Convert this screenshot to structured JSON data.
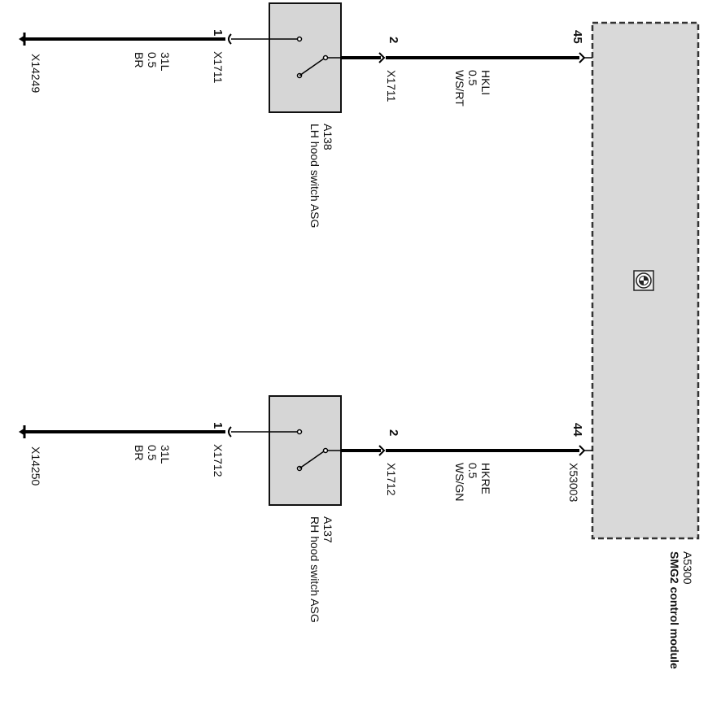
{
  "colors": {
    "wire": "#000000",
    "component_fill": "#d6d6d6",
    "module_fill": "#d9d9d9",
    "outline": "#111111"
  },
  "left_circuit": {
    "ground_label": "X14249",
    "wire_gnd": {
      "line1": "31L",
      "line2": "0.5",
      "line3": "BR"
    },
    "pin_in_number": "1",
    "connector_in": "X1711",
    "pin_out_number": "2",
    "connector_out": "X1711",
    "wire_sig": {
      "line1": "HKLI",
      "line2": "0.5",
      "line3": "WS/RT"
    },
    "module_pin": "45",
    "switch_id": "A138",
    "switch_name": "LH hood switch ASG"
  },
  "right_circuit": {
    "ground_label": "X14250",
    "wire_gnd": {
      "line1": "31L",
      "line2": "0.5",
      "line3": "BR"
    },
    "pin_in_number": "1",
    "connector_in": "X1712",
    "pin_out_number": "2",
    "connector_out": "X1712",
    "wire_sig": {
      "line1": "HKRE",
      "line2": "0.5",
      "line3": "WS/GN"
    },
    "module_pin": "44",
    "module_connector": "X53003",
    "switch_id": "A137",
    "switch_name": "RH hood switch ASG"
  },
  "module": {
    "id": "A5300",
    "name": "SMG2 control module",
    "icon": "bmw-logo-icon"
  }
}
